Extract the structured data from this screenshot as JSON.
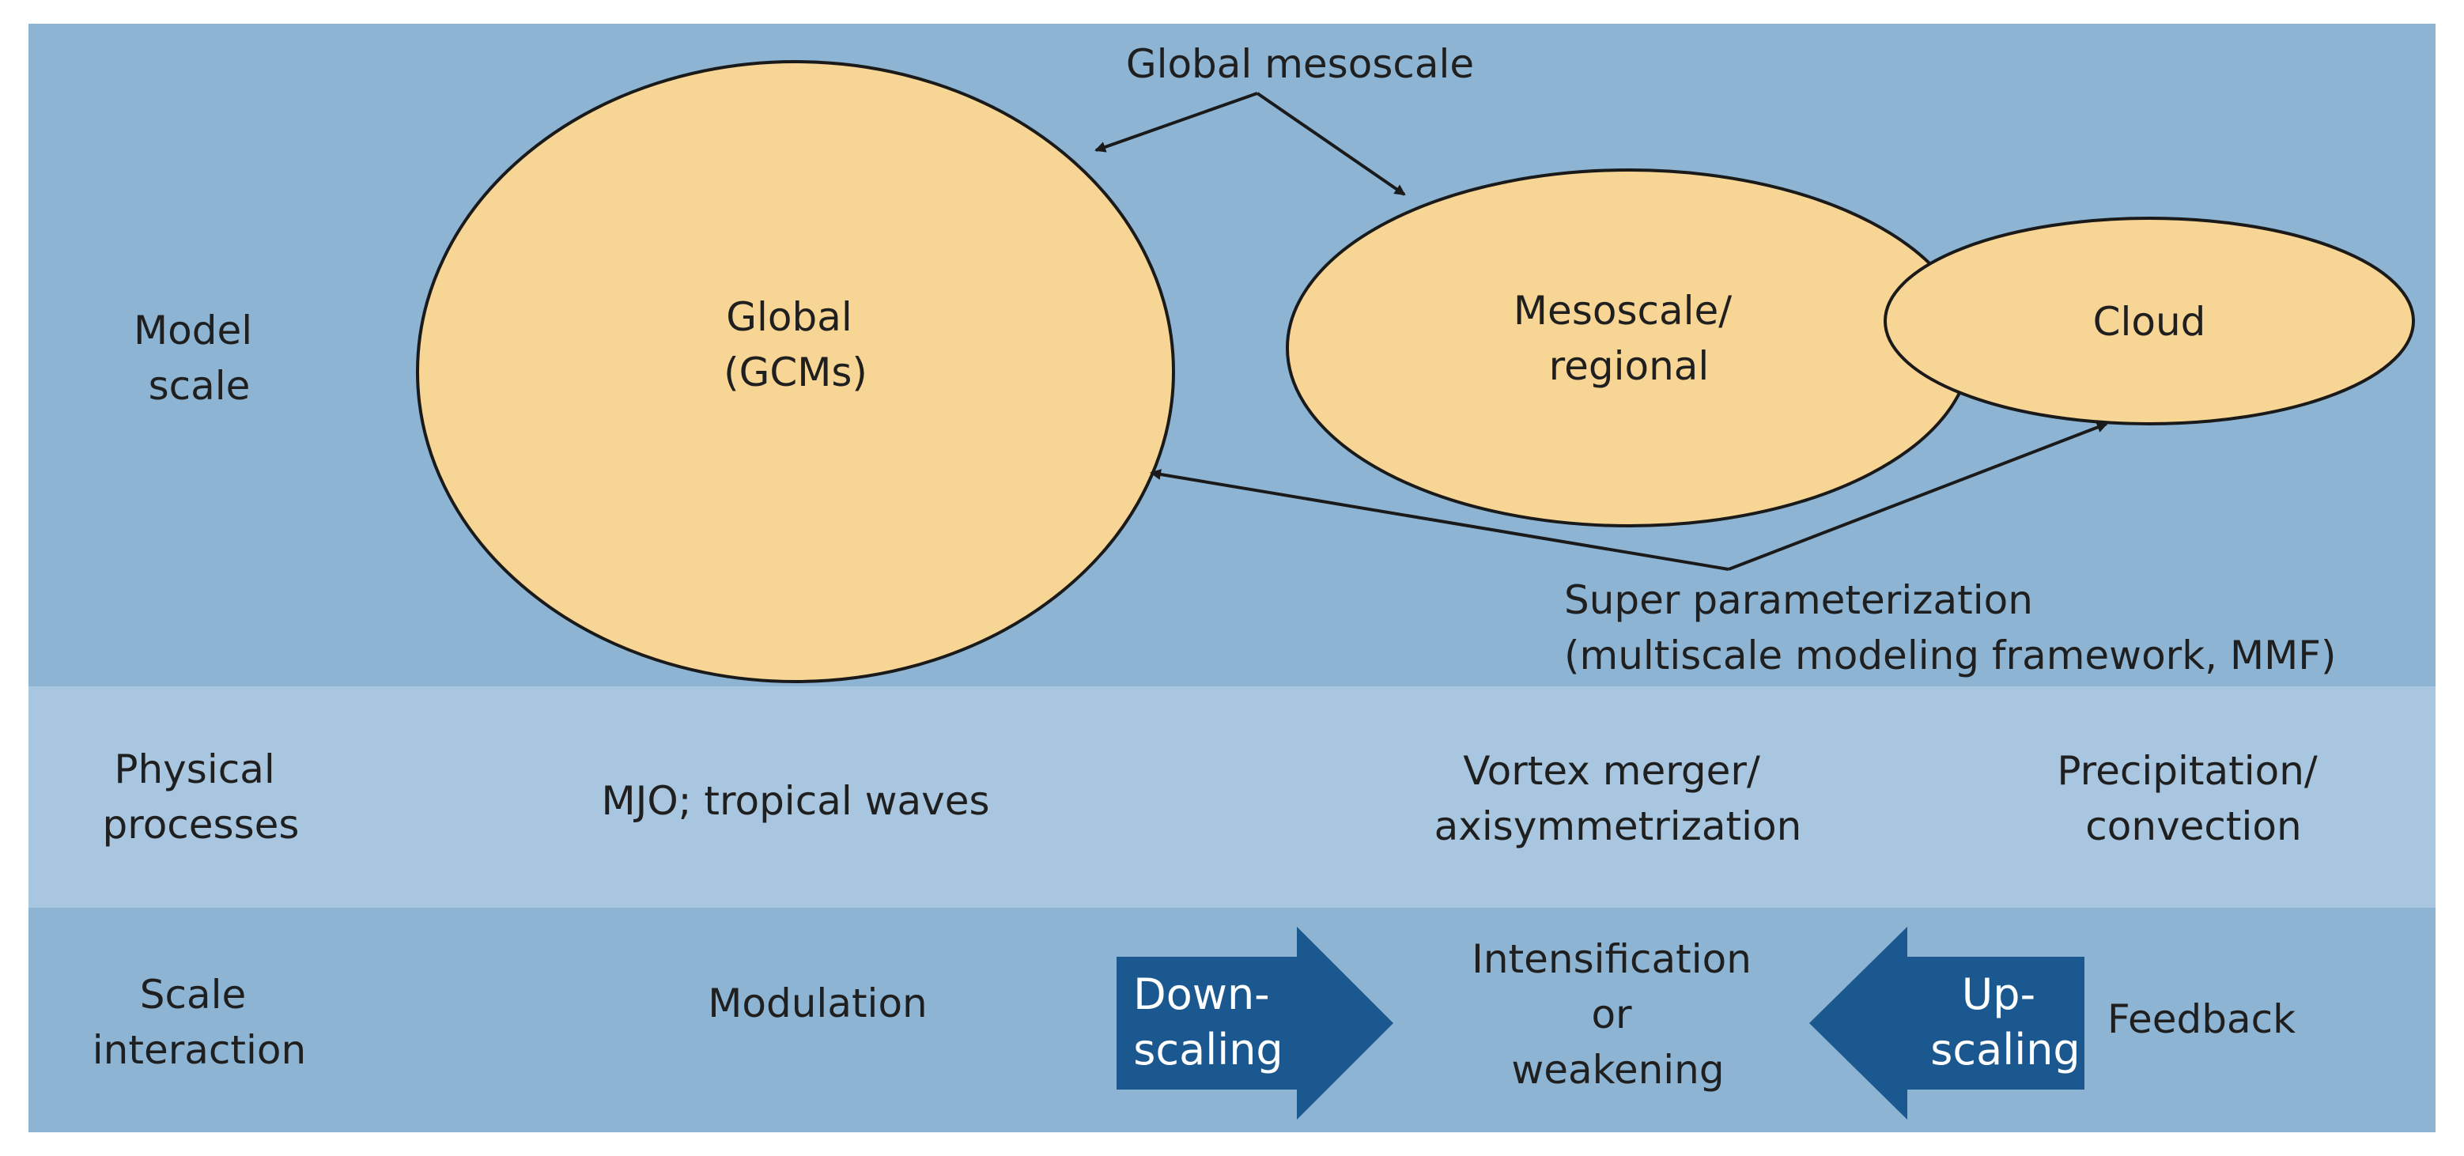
{
  "colors": {
    "background": "#ffffff",
    "band_model": "#8db4d3",
    "band_physical": "#a8c6df",
    "band_interaction": "#8db4d3",
    "ellipse_fill": "#f7d594",
    "ellipse_stroke": "#1a1a1a",
    "arrow_block": "#1b5890",
    "arrow_block_text": "#ffffff",
    "text": "#1f1f1f"
  },
  "rows": {
    "model_scale": {
      "label_line1": "Model",
      "label_line2": "scale"
    },
    "physical_processes": {
      "label_line1": "Physical",
      "label_line2": "processes"
    },
    "scale_interaction": {
      "label_line1": "Scale",
      "label_line2": "interaction"
    }
  },
  "ellipses": {
    "global": {
      "line1": "Global",
      "line2": "(GCMs)"
    },
    "mesoscale": {
      "line1": "Mesoscale/",
      "line2": "regional"
    },
    "cloud": {
      "line1": "Cloud"
    }
  },
  "connectors": {
    "global_mesoscale": "Global mesoscale",
    "super_param_line1": "Super parameterization",
    "super_param_line2": "(multiscale modeling framework, MMF)"
  },
  "processes": {
    "global": "MJO; tropical waves",
    "mesoscale_line1": "Vortex merger/",
    "mesoscale_line2": "axisymmetrization",
    "cloud_line1": "Precipitation/",
    "cloud_line2": "convection"
  },
  "interaction": {
    "modulation": "Modulation",
    "downscaling_line1": "Down-",
    "downscaling_line2": "scaling",
    "center_line1": "Intensification",
    "center_line2": "or",
    "center_line3": "weakening",
    "upscaling_line1": "Up-",
    "upscaling_line2": "scaling",
    "feedback": "Feedback"
  }
}
